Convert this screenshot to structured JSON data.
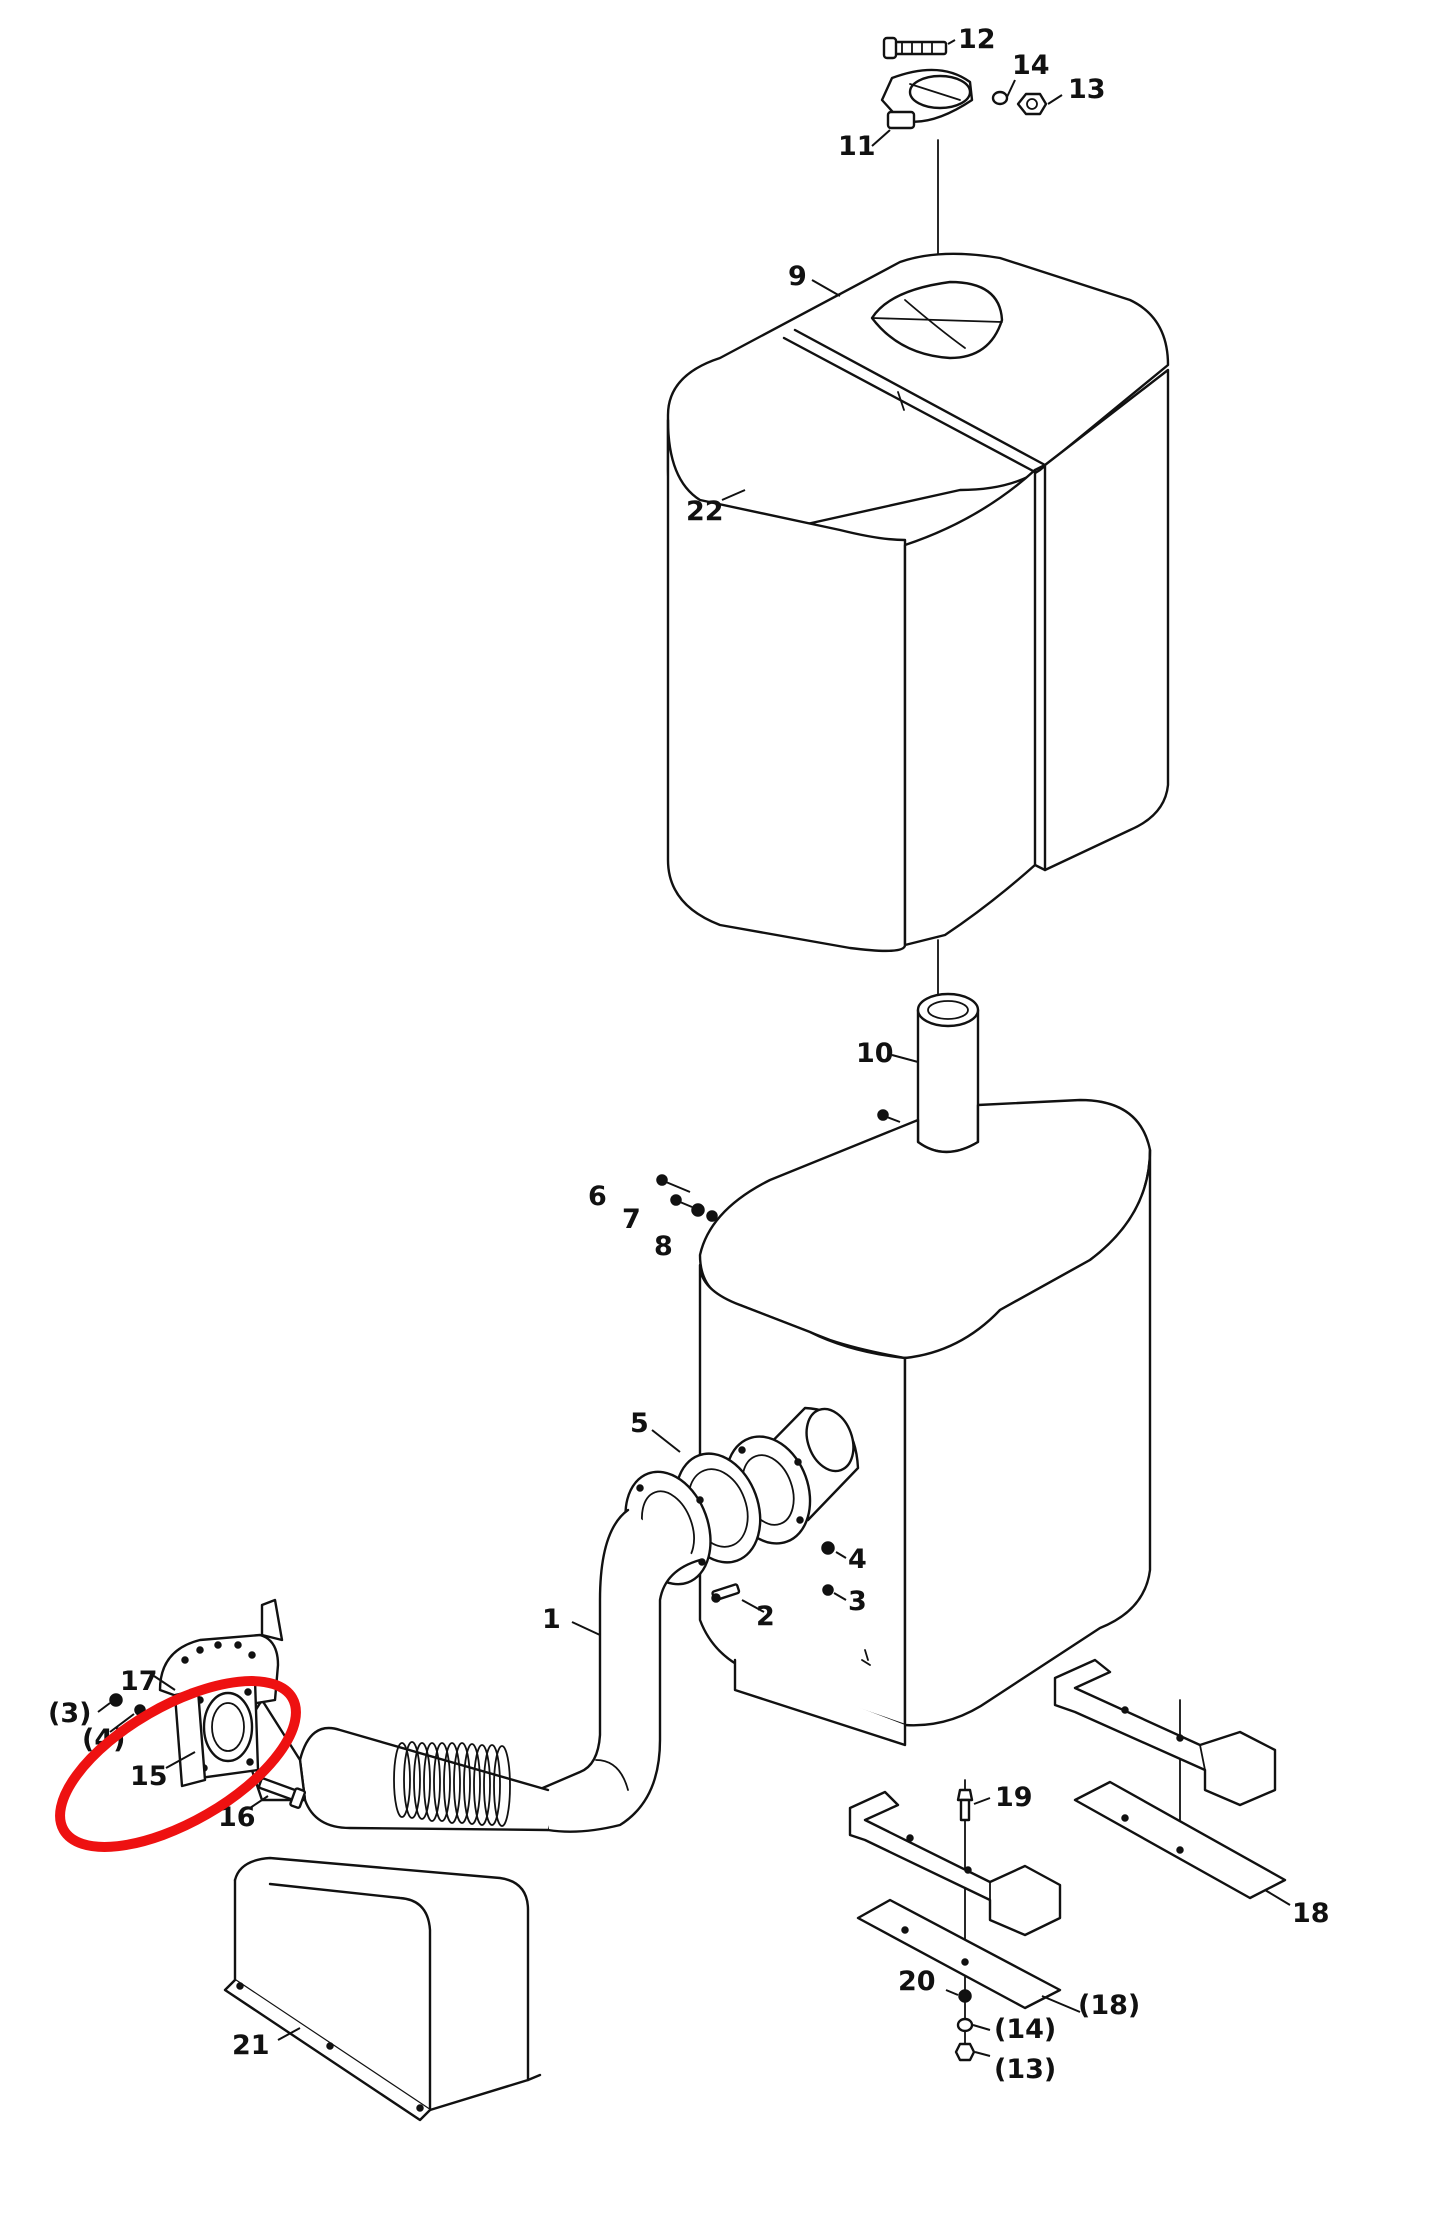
{
  "callouts": {
    "c1": "1",
    "c2": "2",
    "c3": "3",
    "c3p": "(3)",
    "c4": "4",
    "c4p": "(4)",
    "c5": "5",
    "c6": "6",
    "c7": "7",
    "c8": "8",
    "c9": "9",
    "c10": "10",
    "c11": "11",
    "c12": "12",
    "c13": "13",
    "c13p": "(13)",
    "c14": "14",
    "c14p": "(14)",
    "c15": "15",
    "c16": "16",
    "c17": "17",
    "c18": "18",
    "c18p": "(18)",
    "c19": "19",
    "c20": "20",
    "c21": "21",
    "c22": "22"
  },
  "colors": {
    "line": "#111111",
    "background": "#ffffff",
    "highlight": "#ee1111"
  },
  "highlight": {
    "target_callout": "15",
    "shape": "ellipse"
  }
}
